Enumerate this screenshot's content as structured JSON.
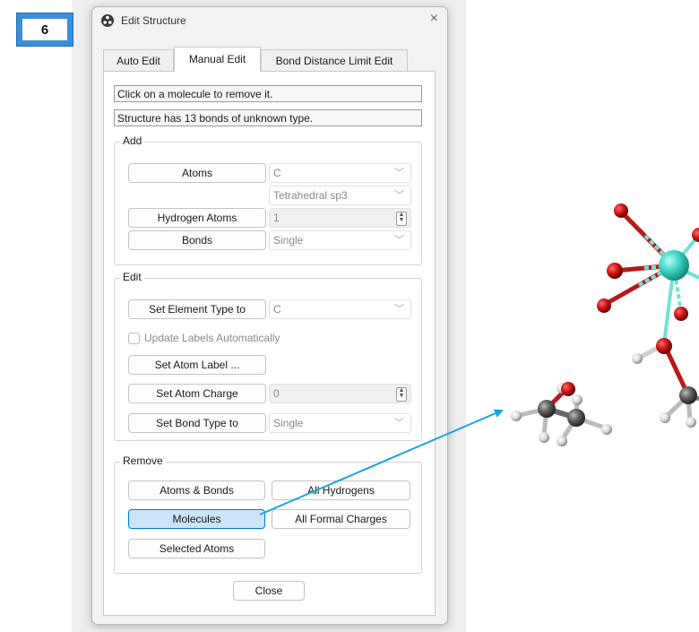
{
  "step_badge": "6",
  "window": {
    "title": "Edit Structure",
    "close_glyph": "×"
  },
  "tabs": [
    {
      "label": "Auto Edit",
      "active": false
    },
    {
      "label": "Manual Edit",
      "active": true
    },
    {
      "label": "Bond Distance Limit Edit",
      "active": false
    }
  ],
  "info": {
    "instruction": "Click on a molecule to remove it.",
    "status": "Structure has 13 bonds of unknown type."
  },
  "add": {
    "title": "Add",
    "atoms_button": "Atoms",
    "atoms_value": "C",
    "geometry_value": "Tetrahedral sp3",
    "hydrogen_button": "Hydrogen Atoms",
    "hydrogen_value": "1",
    "bonds_button": "Bonds",
    "bonds_value": "Single"
  },
  "edit": {
    "title": "Edit",
    "set_element_button": "Set Element Type to",
    "set_element_value": "C",
    "update_labels_checkbox": "Update Labels Automatically",
    "set_label_button": "Set Atom Label ...",
    "set_charge_button": "Set Atom Charge",
    "set_charge_value": "0",
    "set_bond_type_button": "Set Bond Type to",
    "set_bond_type_value": "Single"
  },
  "remove": {
    "title": "Remove",
    "atoms_bonds_button": "Atoms & Bonds",
    "all_hydrogens_button": "All Hydrogens",
    "molecules_button": "Molecules",
    "all_formal_charges_button": "All Formal Charges",
    "selected_atoms_button": "Selected Atoms"
  },
  "close_button": "Close",
  "colors": {
    "accent": "#0078d4",
    "badge": "#3b8fd9",
    "arrow": "#1aa3e0",
    "oxygen": "#cc1f1f",
    "carbon": "#5a5a5a",
    "hydrogen": "#d9d9d9",
    "metal": "#3fd6c6"
  }
}
